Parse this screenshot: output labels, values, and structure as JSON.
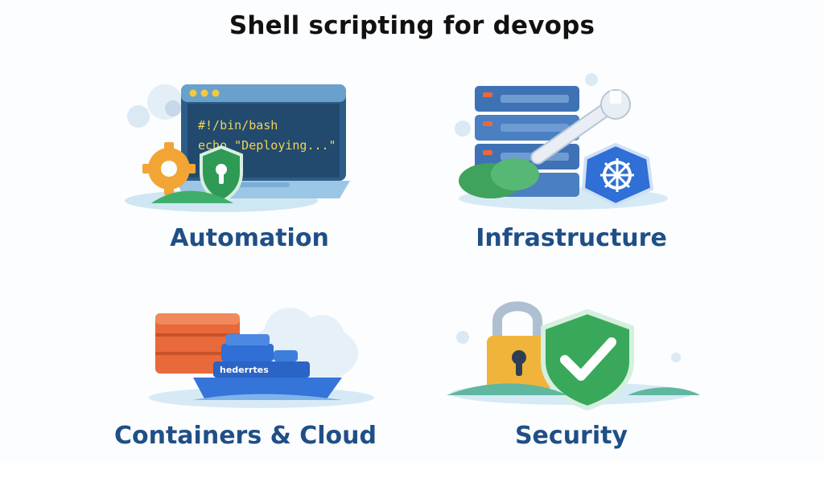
{
  "title": "Shell scripting for devops",
  "cards": [
    {
      "label": "Automation",
      "icon": "terminal-laptop-icon",
      "code_line_1": "#!/bin/bash",
      "code_line_2": "echo \"Deploying...\""
    },
    {
      "label": "Infrastructure",
      "icon": "server-wrench-icon"
    },
    {
      "label": "Containers & Cloud",
      "icon": "container-ship-cloud-icon",
      "ship_text": "hederrtes"
    },
    {
      "label": "Security",
      "icon": "lock-shield-icon"
    }
  ],
  "colors": {
    "label": "#1f4f86",
    "accent_blue": "#2f6fd6",
    "accent_green": "#3aa85a",
    "accent_orange": "#e8693a",
    "lock_yellow": "#f1b43a"
  }
}
